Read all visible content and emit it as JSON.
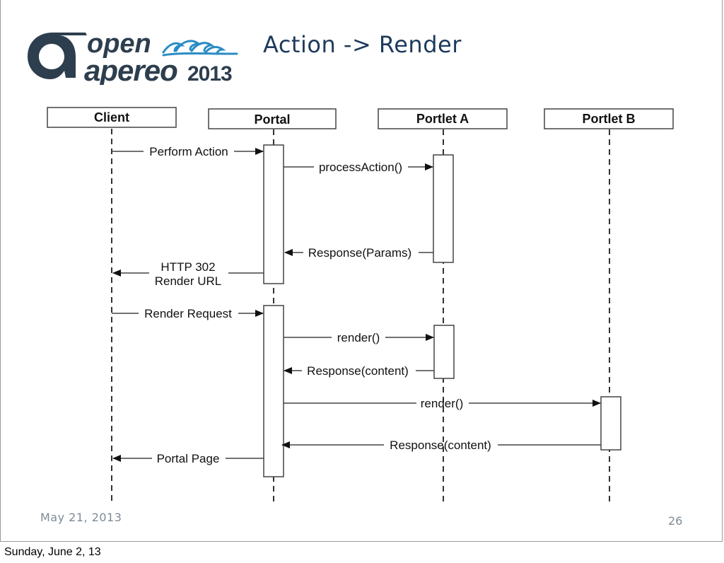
{
  "slide": {
    "title": "Action -> Render",
    "date": "May 21, 2013",
    "page_number": "26",
    "print_date": "Sunday, June 2, 13",
    "logo": {
      "line1": "open",
      "line2": "apereo",
      "year": "2013",
      "accent_color": "#2a8cc4",
      "dark_color": "#2d3e4e"
    }
  },
  "diagram": {
    "participants": [
      "Client",
      "Portal",
      "Portlet A",
      "Portlet B"
    ],
    "messages": [
      {
        "from": "Client",
        "to": "Portal",
        "label": "Perform Action"
      },
      {
        "from": "Portal",
        "to": "Portlet A",
        "label": "processAction()"
      },
      {
        "from": "Portlet A",
        "to": "Portal",
        "label": "Response(Params)"
      },
      {
        "from": "Portal",
        "to": "Client",
        "label_line1": "HTTP 302",
        "label_line2": "Render URL"
      },
      {
        "from": "Client",
        "to": "Portal",
        "label": "Render Request"
      },
      {
        "from": "Portal",
        "to": "Portlet A",
        "label": "render()"
      },
      {
        "from": "Portlet A",
        "to": "Portal",
        "label": "Response(content)"
      },
      {
        "from": "Portal",
        "to": "Portlet B",
        "label": "render()"
      },
      {
        "from": "Portlet B",
        "to": "Portal",
        "label": "Response(content)"
      },
      {
        "from": "Portal",
        "to": "Client",
        "label": "Portal Page"
      }
    ]
  }
}
